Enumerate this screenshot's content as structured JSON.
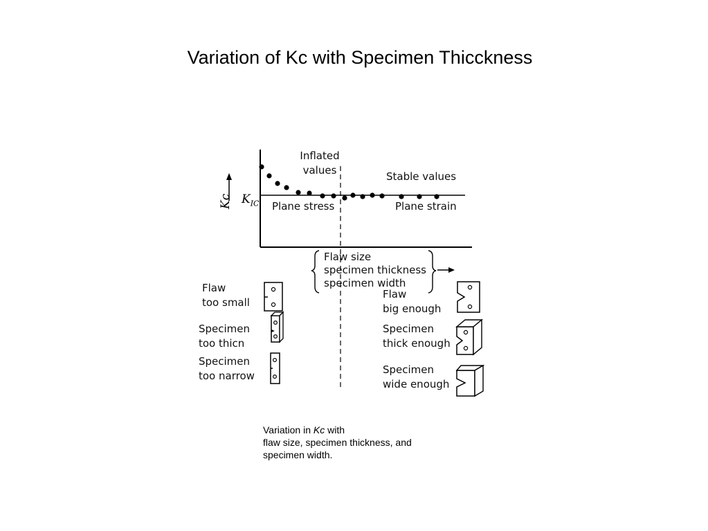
{
  "title": "Variation of Kc with Specimen Thicckness",
  "diagram": {
    "axis_y_label": "Kc",
    "kic_label_main": "K",
    "kic_label_sub": "IC",
    "inflated_line1": "Inflated",
    "inflated_line2": "values",
    "stable_values": "Stable values",
    "plane_stress": "Plane stress",
    "plane_strain": "Plane strain",
    "x_label": [
      "Flaw size",
      "specimen thickness",
      "specimen width"
    ],
    "left_labels": [
      [
        "Flaw",
        "too small"
      ],
      [
        "Specimen",
        "too thicn"
      ],
      [
        "Specimen",
        "too narrow"
      ]
    ],
    "right_labels": [
      [
        "Flaw",
        "big enough"
      ],
      [
        "Specimen",
        "thick enough"
      ],
      [
        "Specimen",
        "wide enough"
      ]
    ]
  },
  "caption": {
    "prefix": "Variation in ",
    "italic": "Kc",
    "suffix": " with",
    "line2": "flaw size, specimen thickness, and",
    "line3": "specimen width."
  }
}
